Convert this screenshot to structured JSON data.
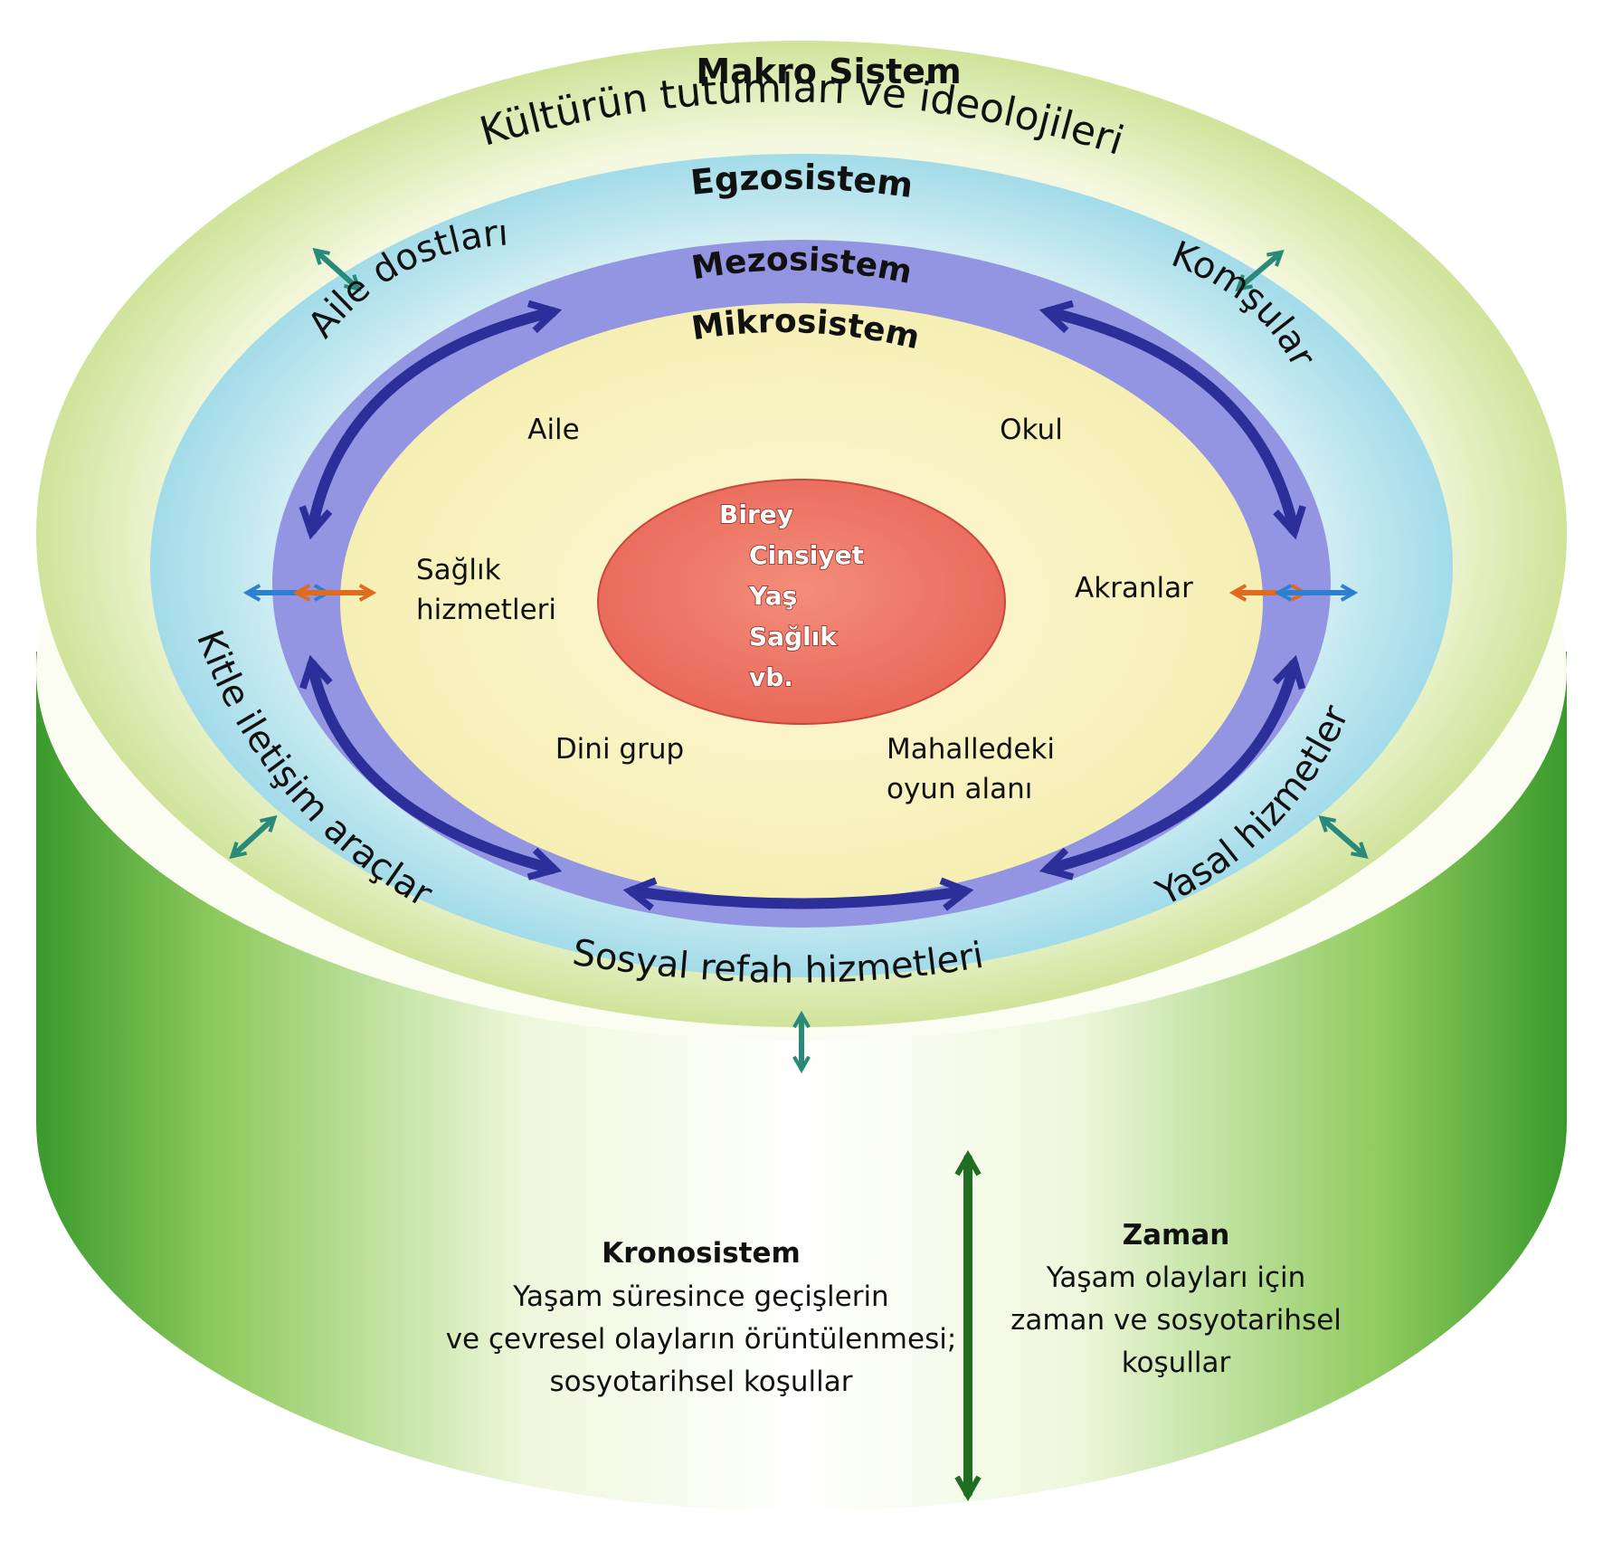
{
  "diagram": {
    "macro": {
      "title": "Makro Sistem",
      "subtitle": "Kültürün tutumları ve ideolojileri"
    },
    "exo": {
      "title": "Egzosistem",
      "aile_dostlari": "Aile dostları",
      "komsular": "Komşular",
      "kitle": "Kitle iletişim araçları",
      "yasal": "Yasal hizmetler",
      "sosyal": "Sosyal refah hizmetleri"
    },
    "meso": {
      "title": "Mezosistem"
    },
    "micro": {
      "title": "Mikrosistem",
      "aile": "Aile",
      "okul": "Okul",
      "saglik_1": "Sağlık",
      "saglik_2": "hizmetleri",
      "akranlar": "Akranlar",
      "dini": "Dini grup",
      "mahalle_1": "Mahalledeki",
      "mahalle_2": "oyun alanı"
    },
    "birey": {
      "l1": "Birey",
      "l2": "Cinsiyet",
      "l3": "Yaş",
      "l4": "Sağlık",
      "l5": "vb."
    },
    "krono": {
      "title": "Kronosistem",
      "l1": "Yaşam süresince geçişlerin",
      "l2": "ve çevresel olayların örüntülenmesi;",
      "l3": "sosyotarihsel koşullar"
    },
    "zaman": {
      "title": "Zaman",
      "l1": "Yaşam olayları için",
      "l2": "zaman ve sosyotarihsel",
      "l3": "koşullar"
    },
    "colors": {
      "cylinder": "#3f9a2e",
      "macro": "#eef4cf",
      "exo": "#aee2ec",
      "meso": "#8e8fe0",
      "micro": "#fbf4c4",
      "birey": "#ee7766",
      "arrow_blue": "#2c2f9a",
      "arrow_green": "#1f6e22"
    },
    "icons": [
      "double-arrow-icon",
      "time-arrow-icon"
    ]
  }
}
